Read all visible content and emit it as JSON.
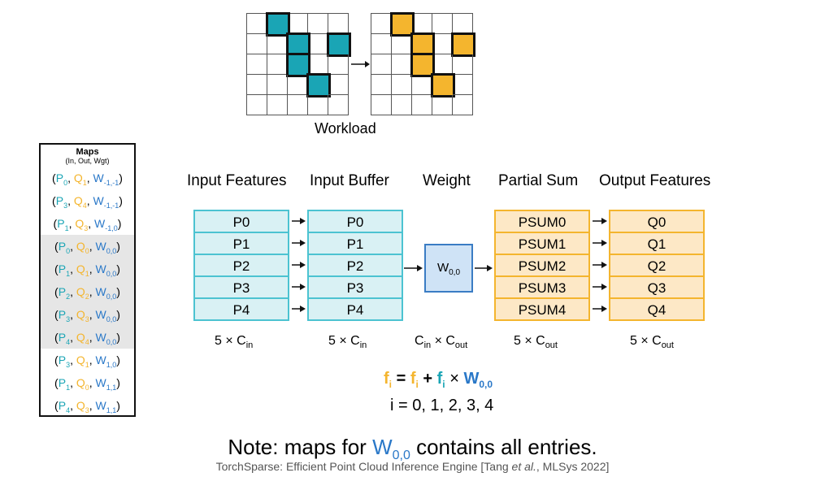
{
  "workload": {
    "caption": "Workload",
    "left_active": [
      [
        0,
        1
      ],
      [
        1,
        2
      ],
      [
        1,
        4
      ],
      [
        2,
        2
      ],
      [
        3,
        3
      ]
    ],
    "right_active": [
      [
        0,
        1
      ],
      [
        1,
        2
      ],
      [
        1,
        4
      ],
      [
        2,
        2
      ],
      [
        3,
        3
      ]
    ]
  },
  "maps": {
    "title": "Maps",
    "subtitle": "(In, Out, Wgt)",
    "rows": [
      {
        "p": "P",
        "pi": "0",
        "q": "Q",
        "qi": "1",
        "w": "W",
        "wi": "-1,-1",
        "shade": false
      },
      {
        "p": "P",
        "pi": "3",
        "q": "Q",
        "qi": "4",
        "w": "W",
        "wi": "-1,-1",
        "shade": false
      },
      {
        "p": "P",
        "pi": "1",
        "q": "Q",
        "qi": "3",
        "w": "W",
        "wi": "-1,0",
        "shade": false
      },
      {
        "p": "P",
        "pi": "0",
        "q": "Q",
        "qi": "0",
        "w": "W",
        "wi": "0,0",
        "shade": true
      },
      {
        "p": "P",
        "pi": "1",
        "q": "Q",
        "qi": "1",
        "w": "W",
        "wi": "0,0",
        "shade": true
      },
      {
        "p": "P",
        "pi": "2",
        "q": "Q",
        "qi": "2",
        "w": "W",
        "wi": "0,0",
        "shade": true
      },
      {
        "p": "P",
        "pi": "3",
        "q": "Q",
        "qi": "3",
        "w": "W",
        "wi": "0,0",
        "shade": true
      },
      {
        "p": "P",
        "pi": "4",
        "q": "Q",
        "qi": "4",
        "w": "W",
        "wi": "0,0",
        "shade": true
      },
      {
        "p": "P",
        "pi": "3",
        "q": "Q",
        "qi": "1",
        "w": "W",
        "wi": "1,0",
        "shade": false
      },
      {
        "p": "P",
        "pi": "1",
        "q": "Q",
        "qi": "0",
        "w": "W",
        "wi": "1,1",
        "shade": false
      },
      {
        "p": "P",
        "pi": "4",
        "q": "Q",
        "qi": "3",
        "w": "W",
        "wi": "1,1",
        "shade": false
      }
    ]
  },
  "columns": {
    "input_features": {
      "title": "Input Features",
      "cells": [
        "P0",
        "P1",
        "P2",
        "P3",
        "P4"
      ],
      "dim": "5 × C",
      "dim_sub": "in"
    },
    "input_buffer": {
      "title": "Input Buffer",
      "cells": [
        "P0",
        "P1",
        "P2",
        "P3",
        "P4"
      ],
      "dim": "5 × C",
      "dim_sub": "in"
    },
    "weight": {
      "title": "Weight",
      "label": "W",
      "label_sub": "0,0",
      "dim_a": "C",
      "dim_a_sub": "in",
      "dim_mid": " × C",
      "dim_b_sub": "out"
    },
    "partial_sum": {
      "title": "Partial Sum",
      "cells": [
        "PSUM0",
        "PSUM1",
        "PSUM2",
        "PSUM3",
        "PSUM4"
      ],
      "dim": "5 × C",
      "dim_sub": "out"
    },
    "output_features": {
      "title": "Output Features",
      "cells": [
        "Q0",
        "Q1",
        "Q2",
        "Q3",
        "Q4"
      ],
      "dim": "5 × C",
      "dim_sub": "out"
    }
  },
  "formula": {
    "f": "f",
    "i": "i",
    "eq": " = ",
    "plus": " + ",
    "times": " × ",
    "w": "W",
    "w_sub": "0,0",
    "line2": "i = 0, 1, 2, 3, 4"
  },
  "note": {
    "pre": "Note: maps for ",
    "w": "W",
    "w_sub": "0,0",
    "post": " contains all entries."
  },
  "citation": {
    "pre": "TorchSparse: Efficient Point Cloud Inference Engine [Tang ",
    "etal": "et al.",
    "post": ", MLSys 2022]"
  },
  "colors": {
    "teal": "#1aa5b5",
    "orange": "#f4b52e",
    "blue": "#2a78c8"
  }
}
